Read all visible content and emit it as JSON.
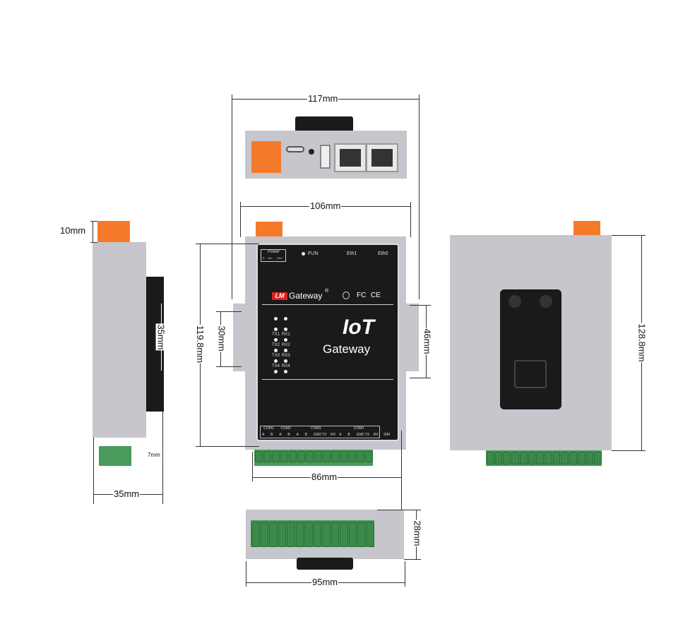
{
  "dimensions": {
    "top_width": "117mm",
    "front_inner_width": "106mm",
    "side_connector_height": "10mm",
    "din_rail": "35mm",
    "side_depth": "35mm",
    "side_small": "7mm",
    "front_height": "119.8mm",
    "ear_hole_spacing": "30mm",
    "ear_height": "46mm",
    "rear_height": "128.8mm",
    "terminal_width": "86mm",
    "bottom_depth": "28mm",
    "bottom_width": "95mm"
  },
  "panel": {
    "power_title": "Power",
    "power_pins": [
      "E",
      "Vin-",
      "Vin+"
    ],
    "fun_label": "FUN",
    "eth1": "Eth1",
    "eth0": "Eth0",
    "brand_logo": "LM",
    "brand_name": "Gateway",
    "registered": "®",
    "cert_fc": "FC",
    "cert_ce": "CE",
    "title_big": "IoT",
    "title_sub": "Gateway",
    "led_labels": [
      [
        "TX1",
        "RX1"
      ],
      [
        "TX2",
        "RX2"
      ],
      [
        "TX3",
        "RX3"
      ],
      [
        "TX4",
        "RX4"
      ]
    ],
    "com_groups": [
      "COM1",
      "COM2",
      "COM3",
      "COM4"
    ],
    "com_pins": [
      "A",
      "B",
      "A",
      "B",
      "A",
      "B",
      "GND",
      "TX",
      "RX",
      "A",
      "B",
      "GND",
      "TX",
      "RX"
    ],
    "sim": "SIM"
  },
  "colors": {
    "housing": "#c6c6cc",
    "panel": "#1a1a1a",
    "power_terminal": "#f47a2a",
    "io_terminal": "#4a9a5a"
  }
}
